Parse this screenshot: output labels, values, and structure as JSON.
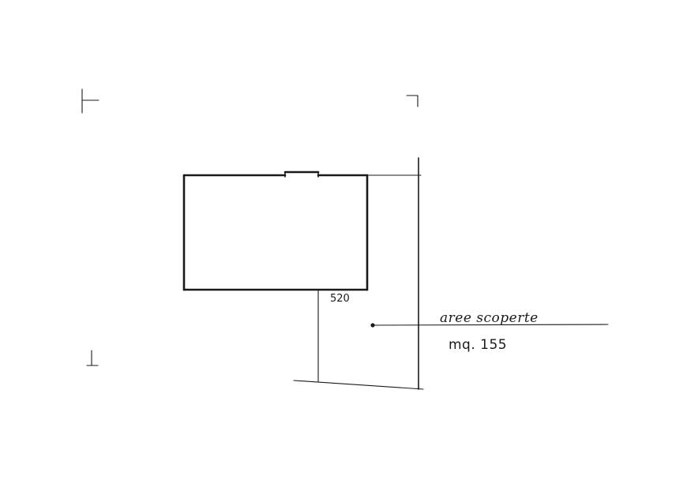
{
  "plan": {
    "parcel_number": "520",
    "area_label": {
      "name": "aree scoperte",
      "measure": "mq. 155"
    },
    "ink_color": "#1a1a1a",
    "paper_color": "#ffffff"
  }
}
